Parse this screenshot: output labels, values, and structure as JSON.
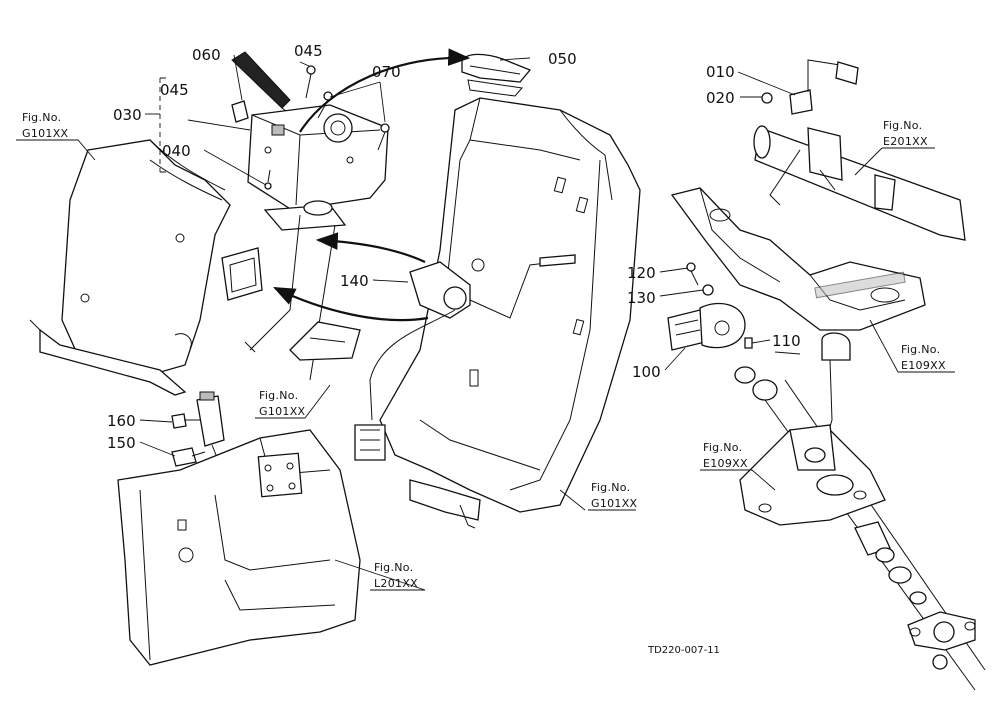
{
  "parts": {
    "p010": "010",
    "p020": "020",
    "p030": "030",
    "p040": "040",
    "p045a": "045",
    "p045b": "045",
    "p050": "050",
    "p060": "060",
    "p070": "070",
    "p100": "100",
    "p110": "110",
    "p120": "120",
    "p130": "130",
    "p140": "140",
    "p150": "150",
    "p160": "160"
  },
  "fig_refs": {
    "fig_label": "Fig.No.",
    "g101_left": "G101XX",
    "g101_mid": "G101XX",
    "g101_right": "G101XX",
    "e201": "E201XX",
    "e109_right": "E109XX",
    "e109_lower": "E109XX",
    "l201": "L201XX"
  },
  "drawing_code": "TD220-007-11"
}
